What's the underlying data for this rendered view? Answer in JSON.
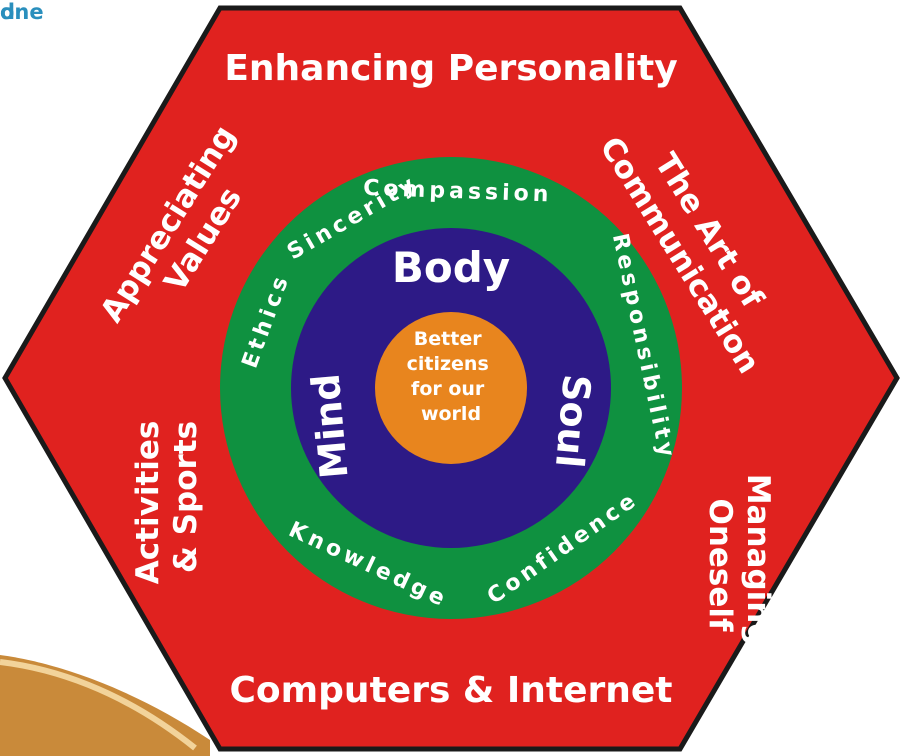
{
  "corner_text": [
    "d",
    "one"
  ],
  "segments": {
    "top": "Enhancing Personality",
    "upper_right": [
      "The Art of",
      "Communication"
    ],
    "lower_right": [
      "Managing",
      "Oneself"
    ],
    "bottom": "Computers & Internet",
    "lower_left": [
      "Activities",
      "& Sports"
    ],
    "upper_left": [
      "Appreciating",
      "Values"
    ]
  },
  "values_ring": [
    "Compassion",
    "Responsibility",
    "Confidence",
    "Knowledge",
    "Ethics",
    "Sincerity"
  ],
  "core_ring": [
    "Body",
    "Soul",
    "Mind"
  ],
  "center": [
    "Better",
    "citizens",
    "for our",
    "world"
  ],
  "colors": {
    "hexagon": "#e0221f",
    "outline": "#1a1a1a",
    "values_ring": "#0f9140",
    "core_ring": "#2d1a86",
    "center": "#e8851e",
    "text": "#ffffff",
    "corner_text": "#2a8fbd"
  }
}
